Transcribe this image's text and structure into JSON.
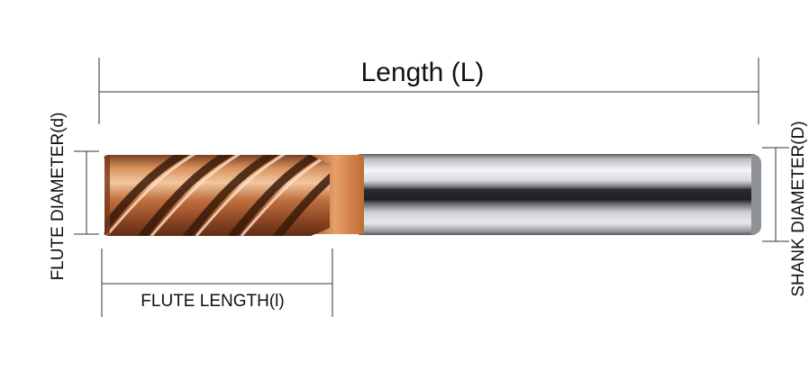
{
  "labels": {
    "length": "Length (L)",
    "flute_diameter": "FLUTE DIAMETER(d)",
    "flute_length": "FLUTE LENGTH(l)",
    "shank_diameter": "SHANK DIAMETER(D)"
  },
  "colors": {
    "dimension_line": "#333333",
    "coating_copper": "#b8693a",
    "shank_steel": "#c9ccd0",
    "shank_dark_band": "#2a2a2a"
  }
}
